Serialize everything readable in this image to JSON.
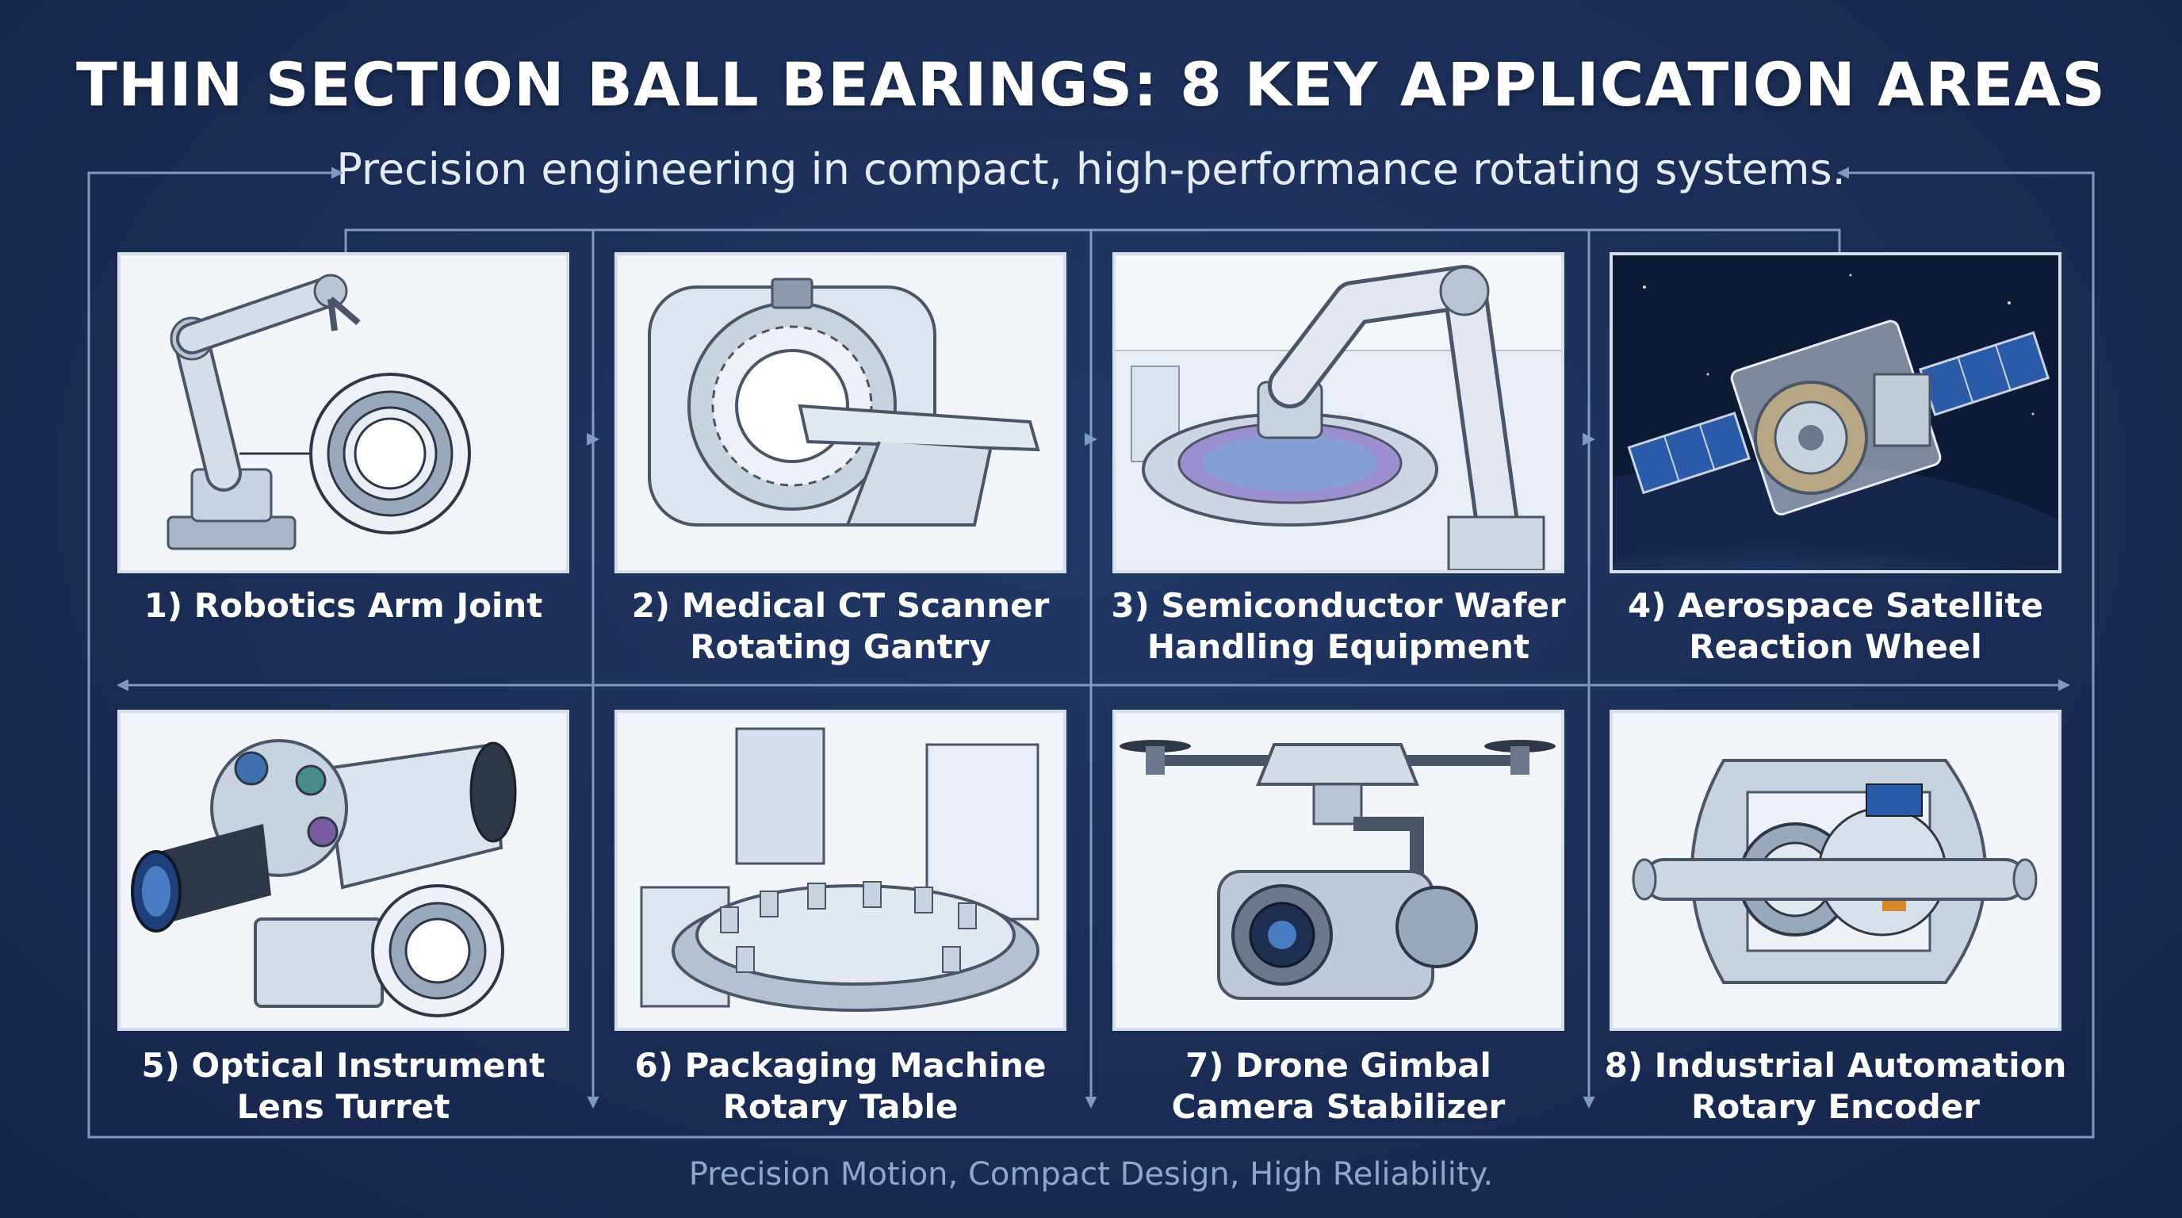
{
  "header": {
    "title": "THIN SECTION BALL BEARINGS: 8 KEY APPLICATION AREAS",
    "subtitle": "Precision engineering in compact, high-performance rotating systems."
  },
  "applications": [
    {
      "line1": "1) Robotics Arm Joint",
      "line2": "",
      "icon": "robot-arm-icon"
    },
    {
      "line1": "2) Medical CT Scanner",
      "line2": "Rotating Gantry",
      "icon": "ct-scanner-icon"
    },
    {
      "line1": "3) Semiconductor Wafer",
      "line2": "Handling Equipment",
      "icon": "wafer-handler-icon"
    },
    {
      "line1": "4) Aerospace Satellite",
      "line2": "Reaction Wheel",
      "icon": "satellite-icon"
    },
    {
      "line1": "5) Optical Instrument",
      "line2": "Lens Turret",
      "icon": "lens-turret-icon"
    },
    {
      "line1": "6) Packaging Machine",
      "line2": "Rotary Table",
      "icon": "rotary-table-icon"
    },
    {
      "line1": "7) Drone Gimbal",
      "line2": "Camera Stabilizer",
      "icon": "drone-gimbal-icon"
    },
    {
      "line1": "8) Industrial Automation",
      "line2": "Rotary Encoder",
      "icon": "rotary-encoder-icon"
    }
  ],
  "footer": {
    "tagline": "Precision Motion, Compact Design, High Reliability."
  },
  "colors": {
    "background": "#1b2d55",
    "connector": "#7f98c4",
    "panel_border": "#d6deea",
    "text": "#ffffff"
  }
}
